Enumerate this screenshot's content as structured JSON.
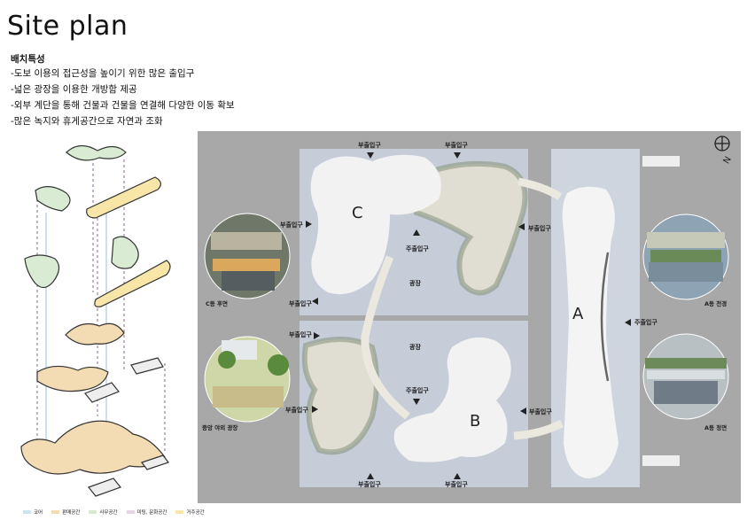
{
  "title": "Site plan",
  "features": {
    "heading": "배치특성",
    "items": [
      "-도보 이용의 접근성을 높이기 위한 많은 출입구",
      "-넓은 광장을 이용한 개방함 제공",
      "-외부 계단을 통해 건물과 건물을 연결해 다양한 이동 확보",
      "-많은 녹지와 휴게공간으로 자연과 조화"
    ]
  },
  "legend": [
    {
      "label": "코어",
      "color": "#cfe3ef"
    },
    {
      "label": "판매공간",
      "color": "#f3dcb4"
    },
    {
      "label": "사무공간",
      "color": "#d7ead0"
    },
    {
      "label": "미팅, 문화공간",
      "color": "#e8d3e6"
    },
    {
      "label": "거주공간",
      "color": "#f7e6a8"
    }
  ],
  "plan": {
    "buildings": {
      "a": "A",
      "b": "B",
      "c": "C"
    },
    "plaza": "광장",
    "entrances": {
      "side": "부출입구",
      "main": "주출입구"
    },
    "north": "N"
  },
  "photos": {
    "c_rear": "C동 후면",
    "central_plaza": "중앙 야외 광장",
    "a_full": "A동 전경",
    "a_front": "A동 정면"
  }
}
